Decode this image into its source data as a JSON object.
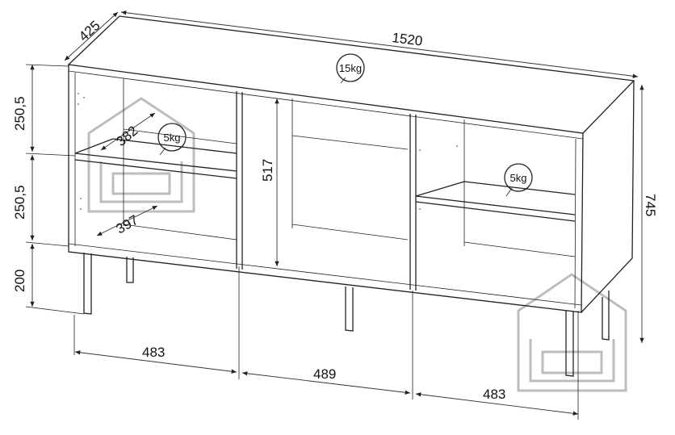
{
  "dimensions": {
    "depth": "425",
    "width": "1520",
    "top_load": "15kg",
    "left_upper_height": "250,5",
    "left_middle_height": "250,5",
    "leg_height": "200",
    "shelf_depth_upper": "382",
    "shelf_load_left": "5kg",
    "shelf_depth_lower": "397",
    "middle_height": "517",
    "shelf_load_right": "5kg",
    "total_height": "745",
    "left_width": "483",
    "middle_width": "489",
    "right_width": "483"
  }
}
